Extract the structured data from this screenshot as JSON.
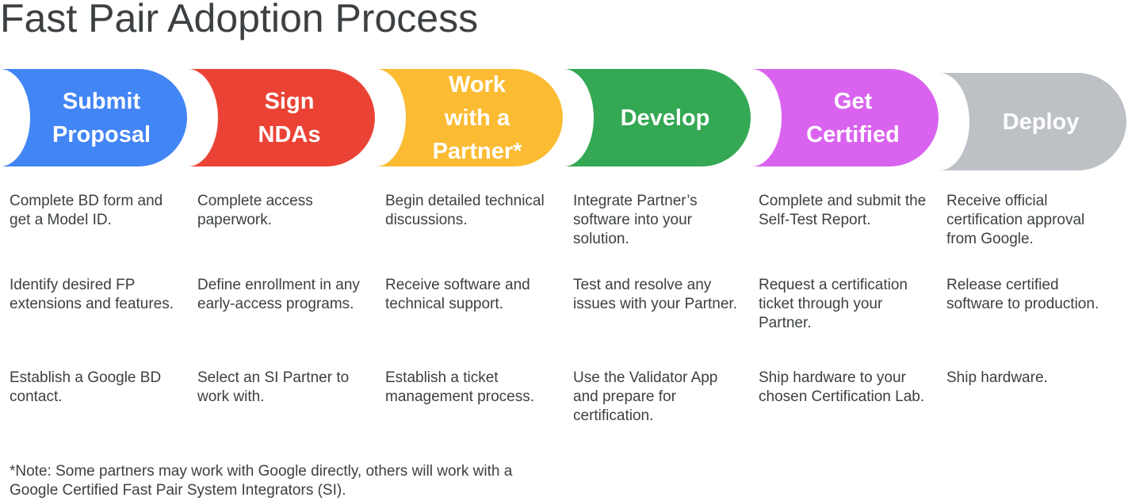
{
  "title": "Fast Pair Adoption Process",
  "stages": [
    {
      "label": "Submit\nProposal",
      "color": "#4285f4",
      "steps": [
        "Complete BD form and get a Model ID.",
        "Identify desired FP extensions and features.",
        "Establish a Google BD contact."
      ]
    },
    {
      "label": "Sign\nNDAs",
      "color": "#ea4335",
      "steps": [
        "Complete access paperwork.",
        "Define enrollment in any early-access programs.",
        "Select an SI Partner to work with."
      ]
    },
    {
      "label": "Work\nwith a\nPartner*",
      "color": "#fbbc34",
      "steps": [
        "Begin detailed technical discussions.",
        "Receive software and technical support.",
        "Establish a ticket management process."
      ]
    },
    {
      "label": "Develop",
      "color": "#34a853",
      "steps": [
        "Integrate Partner’s software into your solution.",
        "Test and resolve any issues with your Partner.",
        "Use the Validator App and prepare for certification."
      ]
    },
    {
      "label": "Get\nCertified",
      "color": "#d963ef",
      "steps": [
        "Complete and submit the Self-Test Report.",
        "Request a certification ticket through your Partner.",
        "Ship hardware to your chosen Certification Lab."
      ]
    },
    {
      "label": "Deploy",
      "color": "#bdc1c6",
      "steps": [
        "Receive official certification approval from Google.",
        "Release certified software to production.",
        "Ship hardware."
      ]
    }
  ],
  "note": "*Note: Some partners may work with Google directly, others will work with a Google Certified Fast Pair System Integrators (SI)."
}
